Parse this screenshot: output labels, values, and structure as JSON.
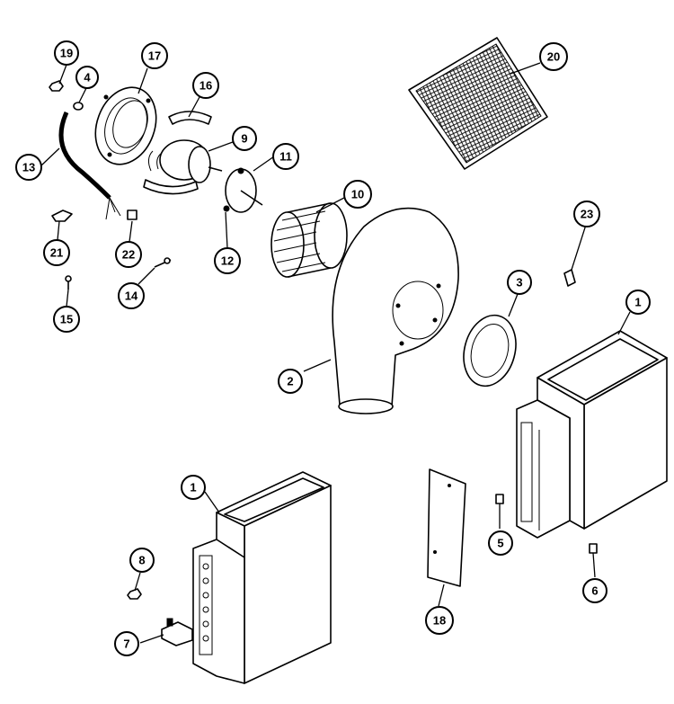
{
  "diagram": {
    "callouts": [
      {
        "id": "c19",
        "label": "19"
      },
      {
        "id": "c4",
        "label": "4"
      },
      {
        "id": "c17",
        "label": "17"
      },
      {
        "id": "c16",
        "label": "16"
      },
      {
        "id": "c9",
        "label": "9"
      },
      {
        "id": "c11",
        "label": "11"
      },
      {
        "id": "c13",
        "label": "13"
      },
      {
        "id": "c21",
        "label": "21"
      },
      {
        "id": "c22",
        "label": "22"
      },
      {
        "id": "c12",
        "label": "12"
      },
      {
        "id": "c14",
        "label": "14"
      },
      {
        "id": "c15",
        "label": "15"
      },
      {
        "id": "c10",
        "label": "10"
      },
      {
        "id": "c20",
        "label": "20"
      },
      {
        "id": "c23",
        "label": "23"
      },
      {
        "id": "c3",
        "label": "3"
      },
      {
        "id": "c1a",
        "label": "1"
      },
      {
        "id": "c2",
        "label": "2"
      },
      {
        "id": "c1b",
        "label": "1"
      },
      {
        "id": "c8",
        "label": "8"
      },
      {
        "id": "c7",
        "label": "7"
      },
      {
        "id": "c18",
        "label": "18"
      },
      {
        "id": "c5",
        "label": "5"
      },
      {
        "id": "c6",
        "label": "6"
      }
    ]
  }
}
